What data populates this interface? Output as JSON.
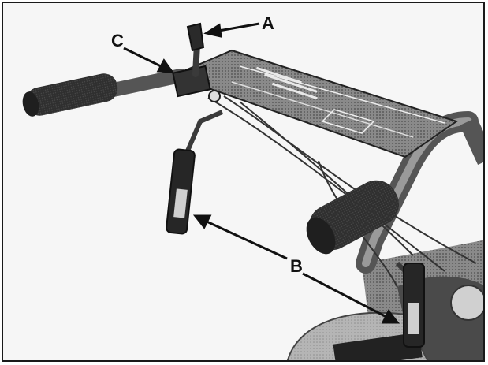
{
  "figure": {
    "callouts": {
      "a": "A",
      "b": "B",
      "c": "C"
    },
    "colors": {
      "ink": "#111111",
      "metal": "#6e6e6e",
      "grip": "#2b2b2b",
      "background": "#f6f6f6"
    }
  }
}
